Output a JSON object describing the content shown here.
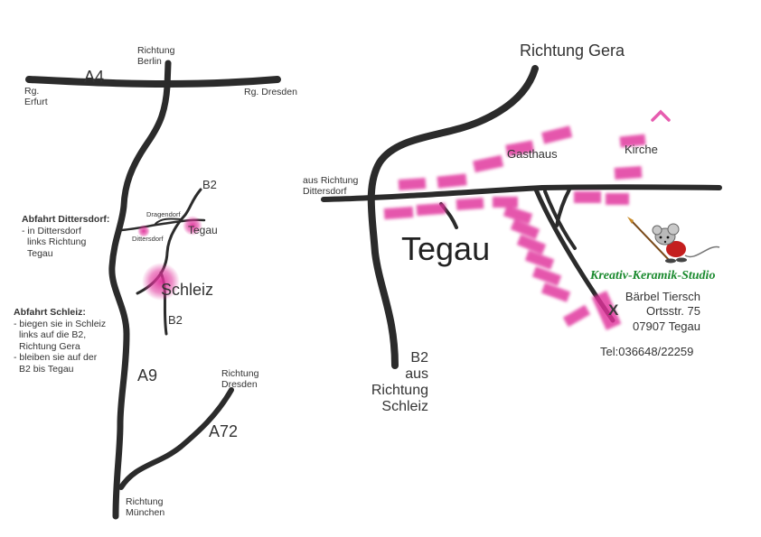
{
  "colors": {
    "road": "#2b2b2b",
    "highlight": "#e0339b",
    "text": "#333333",
    "studio_green": "#1a8a2e"
  },
  "left_map": {
    "labels": {
      "a4": "A4",
      "rg_erfurt_line1": "Rg.",
      "rg_erfurt_line2": "Erfurt",
      "richtung_berlin_line1": "Richtung",
      "richtung_berlin_line2": "Berlin",
      "rg_dresden": "Rg. Dresden",
      "b2_top": "B2",
      "dragendorf": "Dragendorf",
      "dittersdorf": "Dittersdorf",
      "tegau": "Tegau",
      "schleiz": "Schleiz",
      "b2_bottom": "B2",
      "a9": "A9",
      "richtung_dresden_line1": "Richtung",
      "richtung_dresden_line2": "Dresden",
      "a72": "A72",
      "richtung_muenchen_line1": "Richtung",
      "richtung_muenchen_line2": "München"
    },
    "note_dittersdorf": {
      "heading": "Abfahrt Dittersdorf:",
      "lines": [
        "- in Dittersdorf",
        "  links Richtung",
        "  Tegau"
      ]
    },
    "note_schleiz": {
      "heading": "Abfahrt Schleiz:",
      "lines": [
        "- biegen sie in Schleiz",
        "  links auf die B2,",
        "  Richtung Gera",
        "- bleiben sie auf der",
        "  B2 bis Tegau"
      ]
    }
  },
  "right_map": {
    "labels": {
      "richtung_gera": "Richtung Gera",
      "aus_richtung_dittersdorf_line1": "aus Richtung",
      "aus_richtung_dittersdorf_line2": "Dittersdorf",
      "gasthaus": "Gasthaus",
      "kirche": "Kirche",
      "tegau": "Tegau",
      "b2_line1": "B2",
      "b2_line2": "aus",
      "b2_line3": "Richtung",
      "b2_line4": "Schleiz",
      "marker": "X"
    },
    "studio": {
      "name": "Kreativ-Keramik-Studio",
      "owner": "Bärbel Tiersch",
      "street": "Ortsstr. 75",
      "city": "07907 Tegau",
      "phone": "Tel:036648/22259"
    }
  }
}
